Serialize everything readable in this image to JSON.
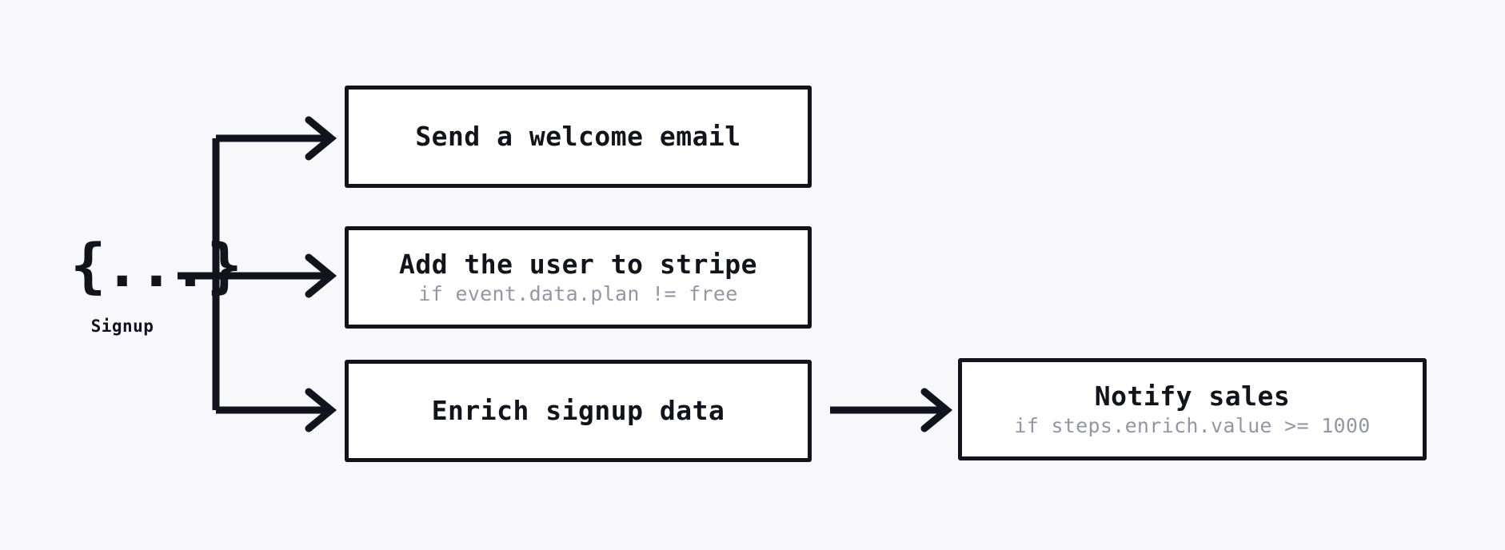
{
  "diagram": {
    "type": "workflow-fan-out",
    "background_color": "#f8f7fc",
    "stroke_color": "#12131c",
    "subtitle_color": "#9496a8",
    "box_fill_color": "#ffffff",
    "trigger": {
      "glyph": "{...}",
      "glyph_icon_name": "json-event-icon",
      "label": "Signup"
    },
    "steps": [
      {
        "id": "welcome",
        "title": "Send a welcome email",
        "condition": ""
      },
      {
        "id": "stripe",
        "title": "Add the user to stripe",
        "condition": "if event.data.plan != free"
      },
      {
        "id": "enrich",
        "title": "Enrich signup data",
        "condition": ""
      },
      {
        "id": "notify",
        "title": "Notify sales",
        "condition": "if steps.enrich.value >= 1000"
      }
    ],
    "edges": [
      {
        "from": "Signup",
        "to": "Send a welcome email"
      },
      {
        "from": "Signup",
        "to": "Add the user to stripe"
      },
      {
        "from": "Signup",
        "to": "Enrich signup data"
      },
      {
        "from": "Enrich signup data",
        "to": "Notify sales"
      }
    ]
  }
}
